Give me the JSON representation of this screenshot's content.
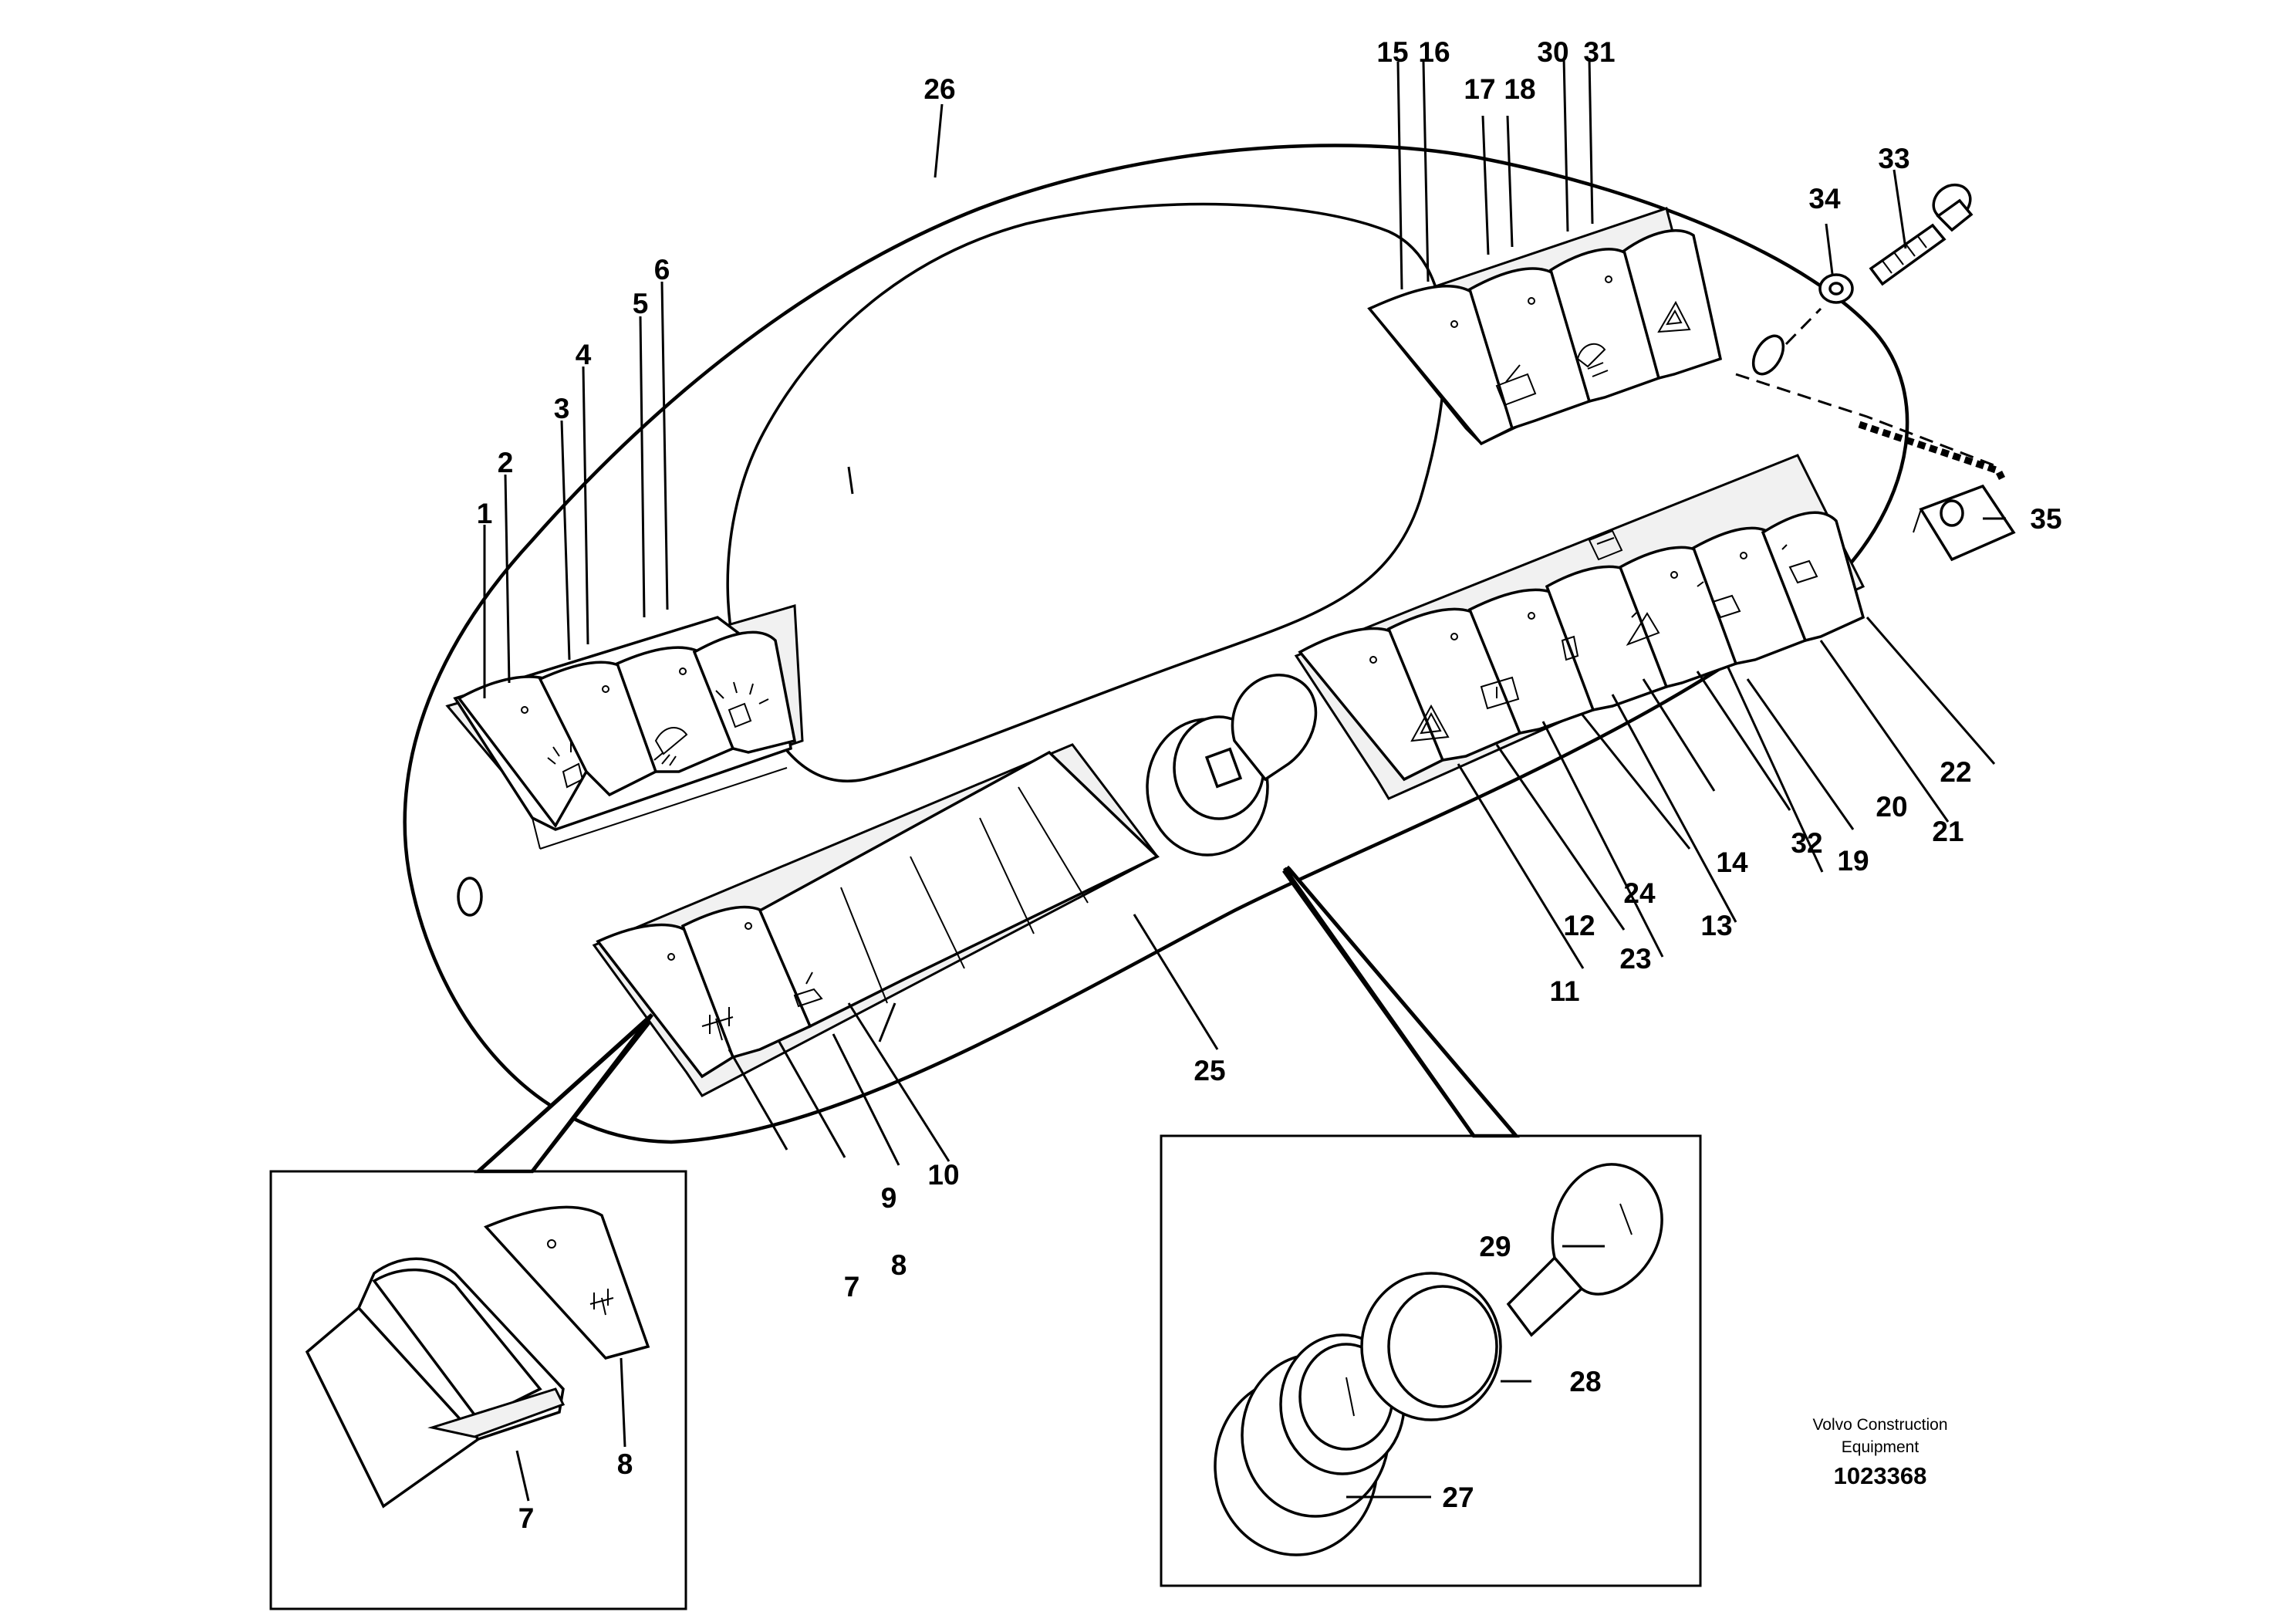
{
  "callouts": [
    {
      "id": "c1",
      "text": "1"
    },
    {
      "id": "c2",
      "text": "2"
    },
    {
      "id": "c3",
      "text": "3"
    },
    {
      "id": "c4",
      "text": "4"
    },
    {
      "id": "c5",
      "text": "5"
    },
    {
      "id": "c6",
      "text": "6"
    },
    {
      "id": "c7a",
      "text": "7"
    },
    {
      "id": "c7b",
      "text": "7"
    },
    {
      "id": "c8a",
      "text": "8"
    },
    {
      "id": "c8b",
      "text": "8"
    },
    {
      "id": "c9",
      "text": "9"
    },
    {
      "id": "c10",
      "text": "10"
    },
    {
      "id": "c11",
      "text": "11"
    },
    {
      "id": "c12",
      "text": "12"
    },
    {
      "id": "c13",
      "text": "13"
    },
    {
      "id": "c14",
      "text": "14"
    },
    {
      "id": "c15",
      "text": "15"
    },
    {
      "id": "c16",
      "text": "16"
    },
    {
      "id": "c17",
      "text": "17"
    },
    {
      "id": "c18",
      "text": "18"
    },
    {
      "id": "c19",
      "text": "19"
    },
    {
      "id": "c20",
      "text": "20"
    },
    {
      "id": "c21",
      "text": "21"
    },
    {
      "id": "c22",
      "text": "22"
    },
    {
      "id": "c23",
      "text": "23"
    },
    {
      "id": "c24",
      "text": "24"
    },
    {
      "id": "c25",
      "text": "25"
    },
    {
      "id": "c26",
      "text": "26"
    },
    {
      "id": "c27",
      "text": "27"
    },
    {
      "id": "c28",
      "text": "28"
    },
    {
      "id": "c29",
      "text": "29"
    },
    {
      "id": "c30",
      "text": "30"
    },
    {
      "id": "c31",
      "text": "31"
    },
    {
      "id": "c32",
      "text": "32"
    },
    {
      "id": "c33",
      "text": "33"
    },
    {
      "id": "c34",
      "text": "34"
    },
    {
      "id": "c35",
      "text": "35"
    }
  ],
  "brand": {
    "line1": "Volvo Construction",
    "line2": "Equipment",
    "drawing_number": "1023368"
  }
}
